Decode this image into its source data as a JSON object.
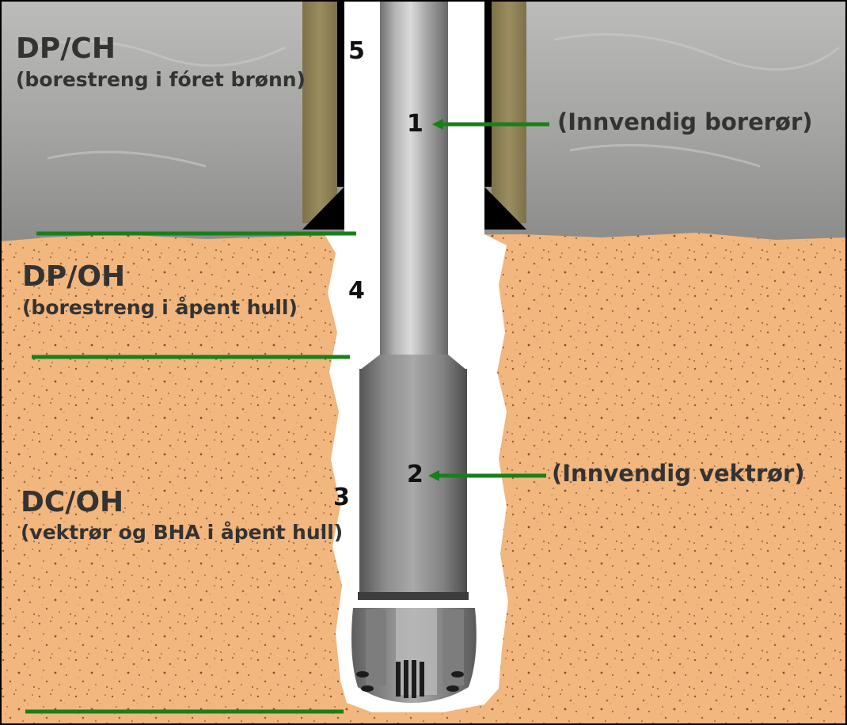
{
  "zones": [
    {
      "code": "DP/CH",
      "description": "(borestreng i fóret brønn)"
    },
    {
      "code": "DP/OH",
      "description": "(borestreng i åpent hull)"
    },
    {
      "code": "DC/OH",
      "description": "(vektrør og BHA i åpent hull)"
    }
  ],
  "numbers": [
    "1",
    "2",
    "3",
    "4",
    "5"
  ],
  "callouts": [
    "(Innvendig borerør)",
    "(Innvendig vektrør)"
  ],
  "colors": {
    "rock": "#9a9a98",
    "sand": "#f2b67f",
    "casing": "#8f8256",
    "pipe": "#9c9c9c",
    "boundary_line": "#1a7f1a",
    "text": "#333333"
  }
}
